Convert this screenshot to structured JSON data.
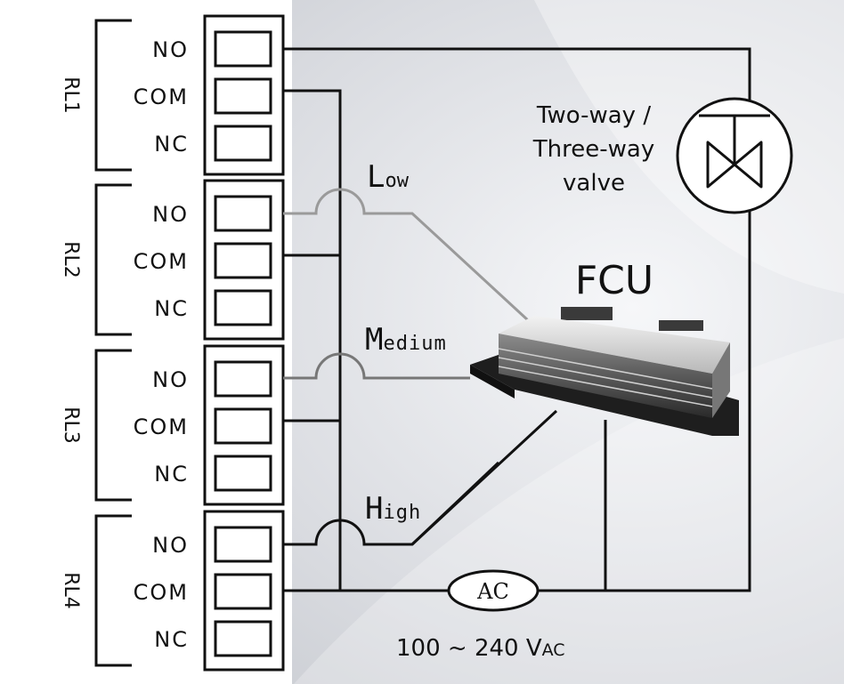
{
  "relays": [
    {
      "id": "RL1",
      "terminals": [
        "NO",
        "COM",
        "NC"
      ]
    },
    {
      "id": "RL2",
      "terminals": [
        "NO",
        "COM",
        "NC"
      ]
    },
    {
      "id": "RL3",
      "terminals": [
        "NO",
        "COM",
        "NC"
      ]
    },
    {
      "id": "RL4",
      "terminals": [
        "NO",
        "COM",
        "NC"
      ]
    }
  ],
  "speeds": {
    "low": {
      "cap": "L",
      "rest": "ow"
    },
    "medium": {
      "cap": "M",
      "rest": "edium"
    },
    "high": {
      "cap": "H",
      "rest": "igh"
    }
  },
  "valve": {
    "line1": "Two-way /",
    "line2": "Three-way",
    "line3": "valve"
  },
  "fcu": {
    "label": "FCU"
  },
  "power": {
    "source": "AC",
    "range": "100 ~ 240 V",
    "unit": "AC"
  },
  "colors": {
    "wire": "#111111",
    "low_wire": "#9a9a9a",
    "background": "#e4e6ea"
  }
}
